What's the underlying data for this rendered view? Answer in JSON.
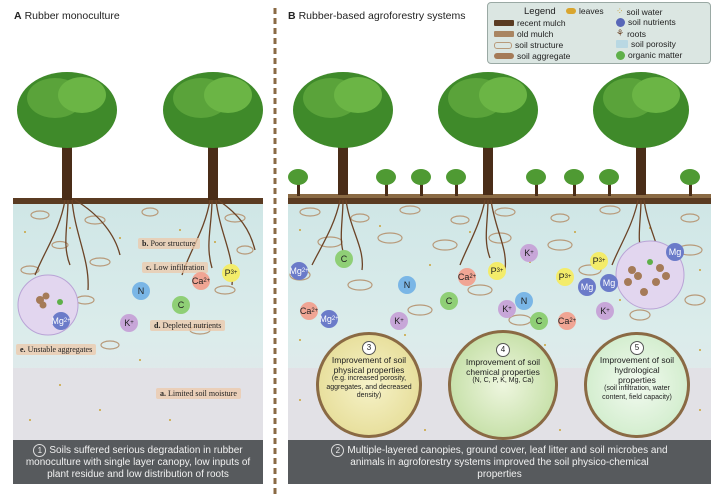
{
  "panel_a": {
    "letter": "A",
    "title": "Rubber monoculture",
    "labels": {
      "b": "b.",
      "b_text": "Poor structure",
      "c": "c.",
      "c_text": "Low infiltration",
      "d": "d.",
      "d_text": "Depleted nutrients",
      "e": "e.",
      "e_text": "Unstable aggregates",
      "a": "a.",
      "a_text": "Limited soil moisture"
    },
    "nutrients": [
      "N",
      "Ca",
      "P",
      "C",
      "K",
      "Mg"
    ],
    "summary_num": "1",
    "summary": "Soils suffered serious degradation in rubber monoculture with single layer canopy, low inputs of plant residue and low distribution of roots"
  },
  "panel_b": {
    "letter": "B",
    "title": "Rubber-based agroforestry systems",
    "nutrients": [
      "Mg",
      "C",
      "N",
      "Ca",
      "P",
      "C",
      "K",
      "N",
      "P",
      "P",
      "Mg",
      "Mg",
      "Ca",
      "Mg",
      "K",
      "K",
      "C",
      "Ca",
      "Mg",
      "K"
    ],
    "improvements": [
      {
        "num": "3",
        "title": "Improvement of soil physical properties",
        "sub": "(e.g. increased porosity, aggregates, and decreased density)"
      },
      {
        "num": "4",
        "title": "Improvement of soil chemical properties",
        "sub": "(N, C, P, K, Mg, Ca)"
      },
      {
        "num": "5",
        "title": "Improvement of soil hydrological properties",
        "sub": "(soil infiltration, water content, field capacity)"
      }
    ],
    "summary_num": "2",
    "summary": "Multiple-layered canopies, ground cover, leaf litter and soil microbes and animals in agroforestry systems improved the soil physico-chemical properties"
  },
  "legend": {
    "title": "Legend",
    "items": [
      "leaves",
      "recent mulch",
      "old mulch",
      "soil structure",
      "soil aggregate",
      "soil water",
      "soil nutrients",
      "roots",
      "soil porosity",
      "organic matter"
    ]
  },
  "colors": {
    "sky": "#ffffff",
    "soil_top": "#d7ebe9",
    "soil_bottom": "#e3e3e6",
    "ground": "#5a3b22",
    "canopy": "#3f8a2a",
    "summary_bg": "#575a5d"
  }
}
